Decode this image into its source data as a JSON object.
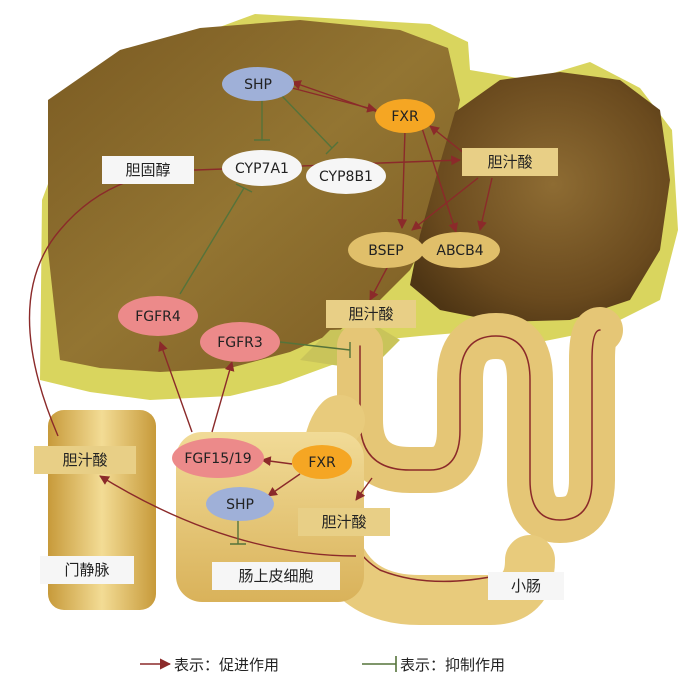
{
  "colors": {
    "promote": "#8b2a2a",
    "inhibit": "#55733a",
    "liver_left": "#8a6a2c",
    "liver_right": "#6e4f22",
    "fat": "#d8d66a",
    "intestine": "#e5c676",
    "shp": "#9fb0d8",
    "fxr": "#f5a623",
    "cyp": "#f6f6f6",
    "bsep": "#e0bf6a",
    "fgfr": "#ec8a8a",
    "label_box": "#e8cf86"
  },
  "nodes": {
    "shp_liver": "SHP",
    "fxr_liver": "FXR",
    "cyp7a1": "CYP7A1",
    "cyp8b1": "CYP8B1",
    "bsep": "BSEP",
    "abcb4": "ABCB4",
    "fgfr4": "FGFR4",
    "fgfr3": "FGFR3",
    "fgf1519": "FGF15/19",
    "fxr_gut": "FXR",
    "shp_gut": "SHP"
  },
  "labels": {
    "cholesterol": "胆固醇",
    "bile_acid_liver": "胆汁酸",
    "bile_acid_duct": "胆汁酸",
    "bile_acid_portal": "胆汁酸",
    "bile_acid_gut": "胆汁酸",
    "portal_vein": "门静脉",
    "enterocyte": "肠上皮细胞",
    "small_intestine": "小肠"
  },
  "legend": {
    "promote": "表示：促进作用",
    "inhibit": "表示：抑制作用"
  }
}
